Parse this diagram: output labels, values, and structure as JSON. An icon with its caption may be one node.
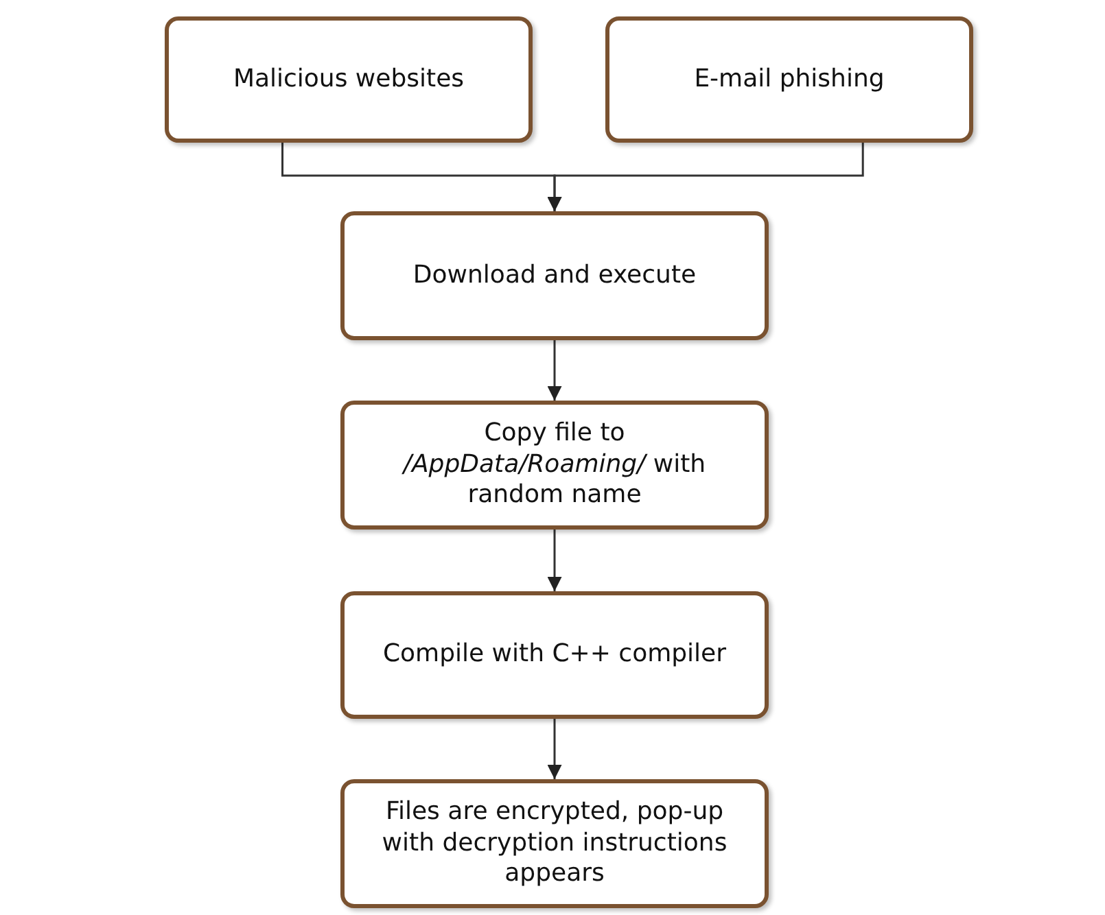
{
  "diagram": {
    "nodes": [
      {
        "text": [
          "Malicious websites"
        ]
      },
      {
        "text": [
          "E-mail phishing"
        ]
      },
      {
        "text": [
          "Download and execute"
        ]
      },
      {
        "text": [
          "Copy file to */AppData/Roaming/* with random name"
        ]
      },
      {
        "text": [
          "Compile with C++ compiler"
        ]
      },
      {
        "text": [
          "Files are encrypted, pop-up with decryption instructions appears"
        ]
      }
    ],
    "edges": [
      {
        "from": 0,
        "to": 2,
        "arrow": "to"
      },
      {
        "from": 1,
        "to": 2,
        "arrow": "to"
      },
      {
        "from": 2,
        "to": 3,
        "arrow": "to"
      },
      {
        "from": 3,
        "to": 4,
        "arrow": "to"
      },
      {
        "from": 4,
        "to": 5,
        "arrow": "to"
      }
    ]
  }
}
